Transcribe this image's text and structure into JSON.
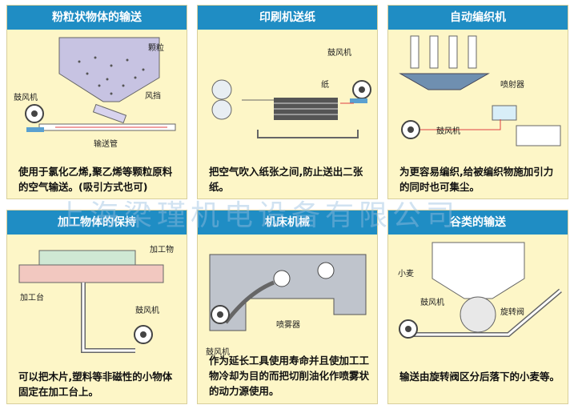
{
  "panels": [
    {
      "title": "粉粒状物体的输送",
      "caption": "使用于氯化乙烯,聚乙烯等颗粒原料的空气输送。(吸引方式也可)",
      "labels": {
        "granules": "颗粒",
        "baffle": "风挡",
        "blower": "鼓风机",
        "pipe": "输送管"
      }
    },
    {
      "title": "印刷机送纸",
      "caption": "把空气吹入纸张之间,防止送出二张纸。",
      "labels": {
        "blower": "鼓风机",
        "paper": "纸"
      }
    },
    {
      "title": "自动编织机",
      "caption": "为更容易编织,给被编织物施加引力的同时也可集尘。",
      "labels": {
        "sprayer": "喷射器",
        "blower": "鼓风机"
      }
    },
    {
      "title": "加工物体的保持",
      "caption": "可以把木片,塑料等非磁性的小物体固定在加工台上。",
      "labels": {
        "workpiece": "加工物",
        "table": "加工台",
        "blower": "鼓风机"
      }
    },
    {
      "title": "机床机械",
      "caption": "作为延长工具使用寿命并且使加工工物冷却为目的而把切削油化作喷雾状的动力源使用。",
      "labels": {
        "blower": "鼓风机",
        "atomizer": "喷雾器"
      }
    },
    {
      "title": "谷类的输送",
      "caption": "输送由旋转阀区分后落下的小麦等。",
      "labels": {
        "wheat": "小麦",
        "blower": "鼓风机",
        "rotary_valve": "旋转阀"
      }
    }
  ],
  "watermark": "上海梁瑾机电设备有限公司",
  "colors": {
    "header": "#1f8dc4",
    "panel": "#fdf6c7"
  }
}
